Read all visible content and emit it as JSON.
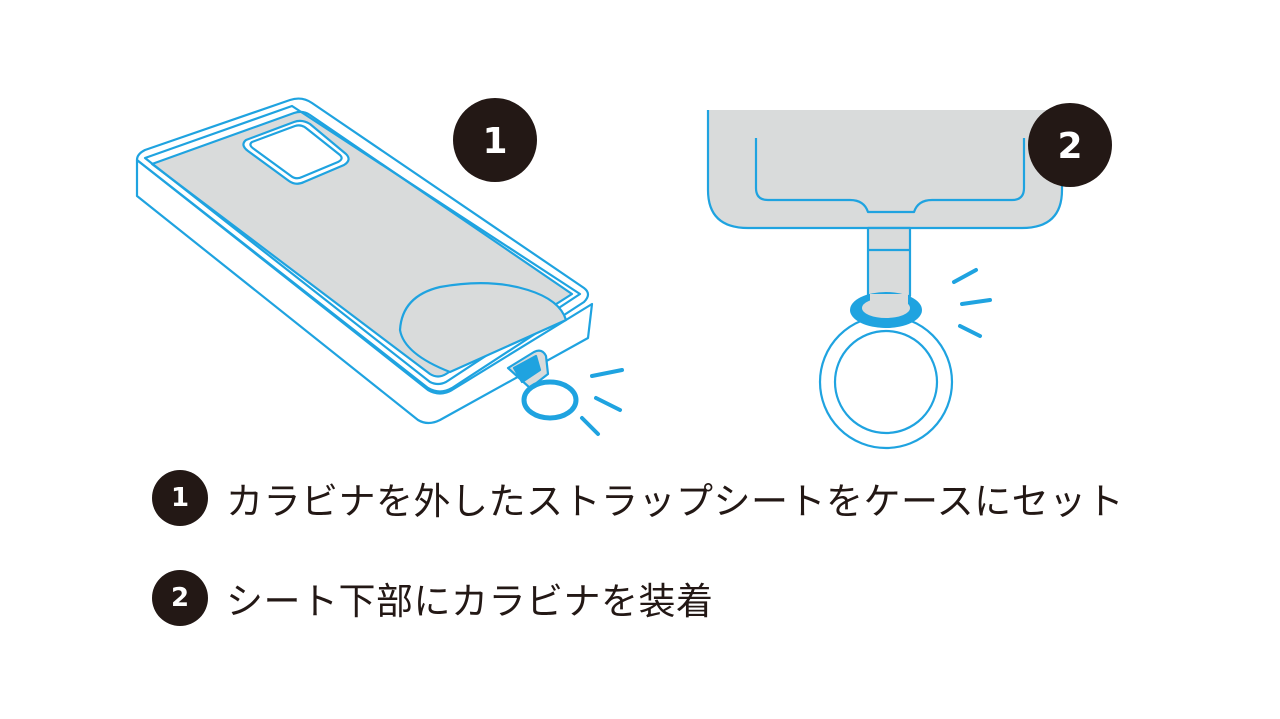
{
  "colors": {
    "outline_blue": "#1fa3e0",
    "fill_gray": "#d9dbdb",
    "badge_dark": "#231815",
    "background": "#ffffff"
  },
  "illustration": {
    "left_badge": "1",
    "right_badge": "2"
  },
  "steps": [
    {
      "number": "1",
      "text": "カラビナを外したストラップシートをケースにセット"
    },
    {
      "number": "2",
      "text": "シート下部にカラビナを装着"
    }
  ]
}
